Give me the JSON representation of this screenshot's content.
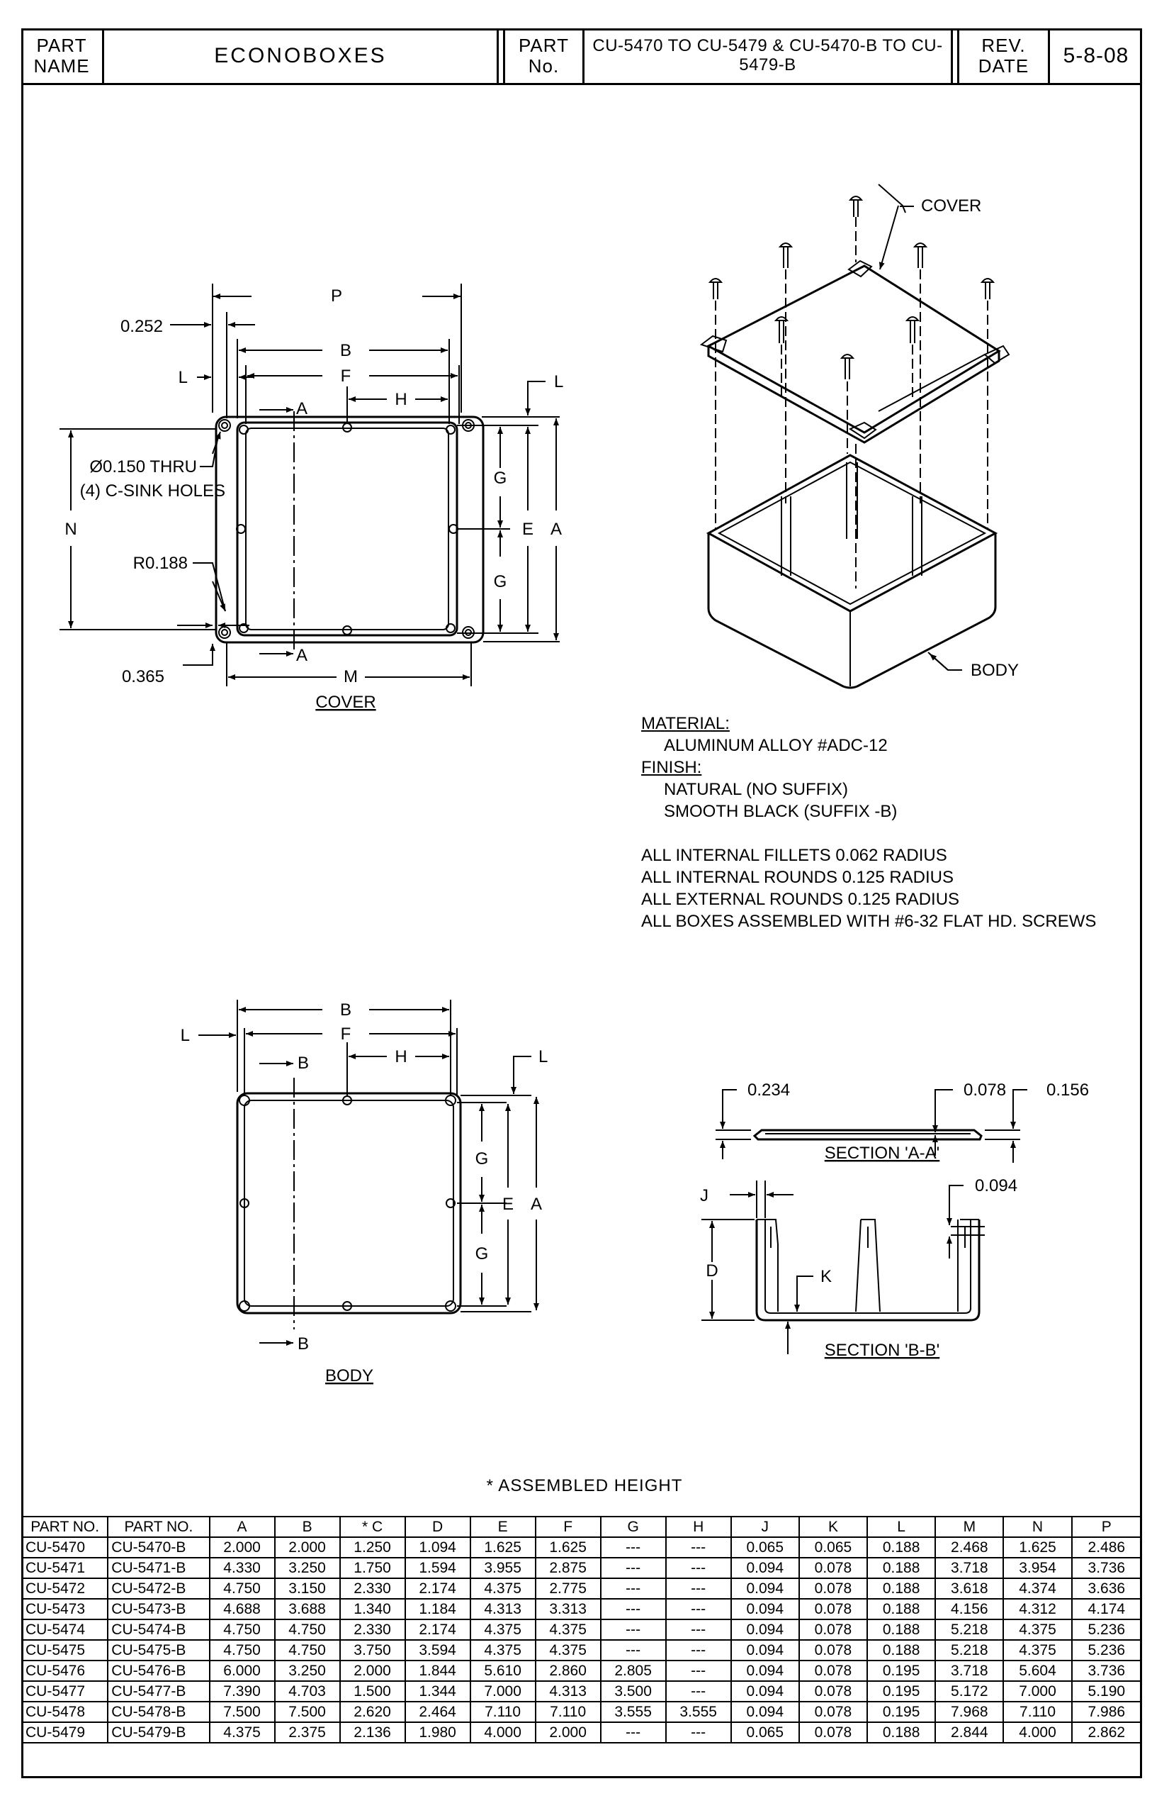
{
  "title_block": {
    "part_name_label": [
      "PART",
      "NAME"
    ],
    "part_name": "ECONOBOXES",
    "part_no_label": [
      "PART",
      "No."
    ],
    "part_no": "CU-5470 TO CU-5479 & CU-5470-B TO CU-5479-B",
    "rev_date_label": [
      "REV.",
      "DATE"
    ],
    "rev_date": "5-8-08"
  },
  "cover_view": {
    "title": "COVER",
    "dim_P": "P",
    "dim_B": "B",
    "dim_F": "F",
    "dim_H": "H",
    "dim_L_left": "L",
    "dim_L_right": "L",
    "dim_0252": "0.252",
    "dim_G1": "G",
    "dim_G2": "G",
    "dim_E": "E",
    "dim_A": "A",
    "dim_N": "N",
    "dim_M": "M",
    "hole_note_1": "Ø0.150 THRU",
    "hole_note_2": "(4) C-SINK HOLES",
    "radius_note": "R0.188",
    "dim_0365": "0.365",
    "section_A_top": "A",
    "section_A_bottom": "A"
  },
  "iso_view": {
    "cover_label": "COVER",
    "body_label": "BODY"
  },
  "notes": {
    "material_heading": "MATERIAL:",
    "material_value": "ALUMINUM ALLOY #ADC-12",
    "finish_heading": "FINISH:",
    "finish_natural": "NATURAL (NO SUFFIX)",
    "finish_black": "SMOOTH BLACK (SUFFIX -B)",
    "lines": [
      "ALL INTERNAL FILLETS 0.062 RADIUS",
      "ALL INTERNAL ROUNDS 0.125 RADIUS",
      "ALL EXTERNAL ROUNDS 0.125 RADIUS",
      "ALL BOXES ASSEMBLED WITH #6-32 FLAT HD. SCREWS"
    ]
  },
  "body_view": {
    "title": "BODY",
    "dim_B": "B",
    "dim_F": "F",
    "dim_H": "H",
    "dim_L_left": "L",
    "dim_L_right": "L",
    "dim_G1": "G",
    "dim_G2": "G",
    "dim_E": "E",
    "dim_A": "A",
    "section_B_top": "B",
    "section_B_bottom": "B"
  },
  "section_aa": {
    "title": "SECTION 'A-A'",
    "dim_0234": "0.234",
    "dim_0078": "0.078",
    "dim_0156": "0.156"
  },
  "section_bb": {
    "title": "SECTION 'B-B'",
    "dim_J": "J",
    "dim_0094": "0.094",
    "dim_D": "D",
    "dim_K": "K"
  },
  "assembled_note": "* ASSEMBLED HEIGHT",
  "table": {
    "headers": [
      "PART NO.",
      "PART NO.",
      "A",
      "B",
      "* C",
      "D",
      "E",
      "F",
      "G",
      "H",
      "J",
      "K",
      "L",
      "M",
      "N",
      "P"
    ],
    "rows": [
      [
        "CU-5470",
        "CU-5470-B",
        "2.000",
        "2.000",
        "1.250",
        "1.094",
        "1.625",
        "1.625",
        "---",
        "---",
        "0.065",
        "0.065",
        "0.188",
        "2.468",
        "1.625",
        "2.486"
      ],
      [
        "CU-5471",
        "CU-5471-B",
        "4.330",
        "3.250",
        "1.750",
        "1.594",
        "3.955",
        "2.875",
        "---",
        "---",
        "0.094",
        "0.078",
        "0.188",
        "3.718",
        "3.954",
        "3.736"
      ],
      [
        "CU-5472",
        "CU-5472-B",
        "4.750",
        "3.150",
        "2.330",
        "2.174",
        "4.375",
        "2.775",
        "---",
        "---",
        "0.094",
        "0.078",
        "0.188",
        "3.618",
        "4.374",
        "3.636"
      ],
      [
        "CU-5473",
        "CU-5473-B",
        "4.688",
        "3.688",
        "1.340",
        "1.184",
        "4.313",
        "3.313",
        "---",
        "---",
        "0.094",
        "0.078",
        "0.188",
        "4.156",
        "4.312",
        "4.174"
      ],
      [
        "CU-5474",
        "CU-5474-B",
        "4.750",
        "4.750",
        "2.330",
        "2.174",
        "4.375",
        "4.375",
        "---",
        "---",
        "0.094",
        "0.078",
        "0.188",
        "5.218",
        "4.375",
        "5.236"
      ],
      [
        "CU-5475",
        "CU-5475-B",
        "4.750",
        "4.750",
        "3.750",
        "3.594",
        "4.375",
        "4.375",
        "---",
        "---",
        "0.094",
        "0.078",
        "0.188",
        "5.218",
        "4.375",
        "5.236"
      ],
      [
        "CU-5476",
        "CU-5476-B",
        "6.000",
        "3.250",
        "2.000",
        "1.844",
        "5.610",
        "2.860",
        "2.805",
        "---",
        "0.094",
        "0.078",
        "0.195",
        "3.718",
        "5.604",
        "3.736"
      ],
      [
        "CU-5477",
        "CU-5477-B",
        "7.390",
        "4.703",
        "1.500",
        "1.344",
        "7.000",
        "4.313",
        "3.500",
        "---",
        "0.094",
        "0.078",
        "0.195",
        "5.172",
        "7.000",
        "5.190"
      ],
      [
        "CU-5478",
        "CU-5478-B",
        "7.500",
        "7.500",
        "2.620",
        "2.464",
        "7.110",
        "7.110",
        "3.555",
        "3.555",
        "0.094",
        "0.078",
        "0.195",
        "7.968",
        "7.110",
        "7.986"
      ],
      [
        "CU-5479",
        "CU-5479-B",
        "4.375",
        "2.375",
        "2.136",
        "1.980",
        "4.000",
        "2.000",
        "---",
        "---",
        "0.065",
        "0.078",
        "0.188",
        "2.844",
        "4.000",
        "2.862"
      ]
    ]
  }
}
